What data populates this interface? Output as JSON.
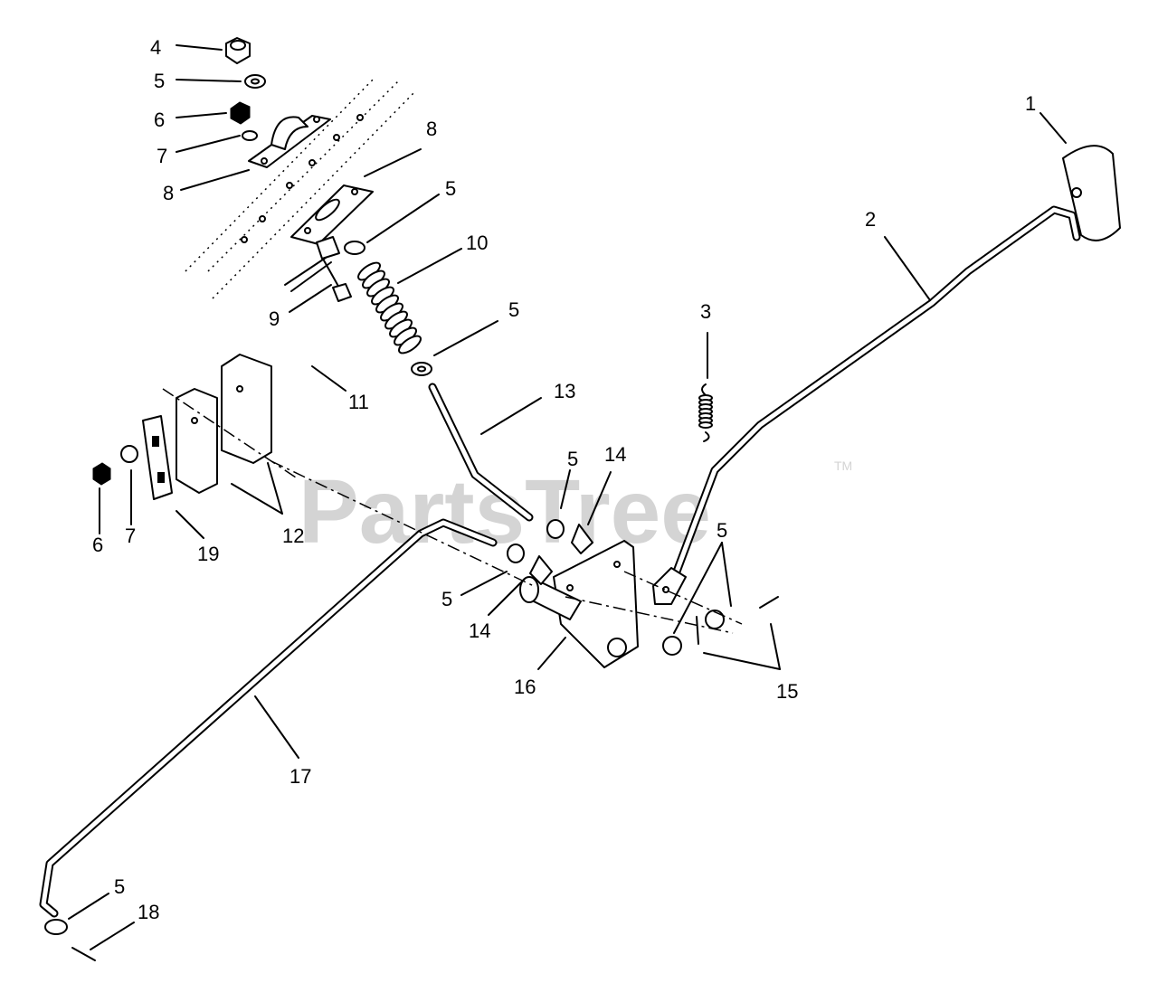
{
  "watermark": {
    "text": "PartsTree",
    "trademark": "TM"
  },
  "callouts": [
    {
      "id": "c1",
      "label": "1"
    },
    {
      "id": "c2",
      "label": "2"
    },
    {
      "id": "c3",
      "label": "3"
    },
    {
      "id": "c4",
      "label": "4"
    },
    {
      "id": "c5a",
      "label": "5"
    },
    {
      "id": "c5b",
      "label": "5"
    },
    {
      "id": "c5c",
      "label": "5"
    },
    {
      "id": "c5d",
      "label": "5"
    },
    {
      "id": "c5e",
      "label": "5"
    },
    {
      "id": "c5f",
      "label": "5"
    },
    {
      "id": "c5g",
      "label": "5"
    },
    {
      "id": "c6a",
      "label": "6"
    },
    {
      "id": "c6b",
      "label": "6"
    },
    {
      "id": "c7a",
      "label": "7"
    },
    {
      "id": "c7b",
      "label": "7"
    },
    {
      "id": "c8a",
      "label": "8"
    },
    {
      "id": "c8b",
      "label": "8"
    },
    {
      "id": "c9",
      "label": "9"
    },
    {
      "id": "c10",
      "label": "10"
    },
    {
      "id": "c11",
      "label": "11"
    },
    {
      "id": "c12",
      "label": "12"
    },
    {
      "id": "c13",
      "label": "13"
    },
    {
      "id": "c14a",
      "label": "14"
    },
    {
      "id": "c14b",
      "label": "14"
    },
    {
      "id": "c15",
      "label": "15"
    },
    {
      "id": "c16",
      "label": "16"
    },
    {
      "id": "c17",
      "label": "17"
    },
    {
      "id": "c18",
      "label": "18"
    },
    {
      "id": "c19",
      "label": "19"
    }
  ]
}
